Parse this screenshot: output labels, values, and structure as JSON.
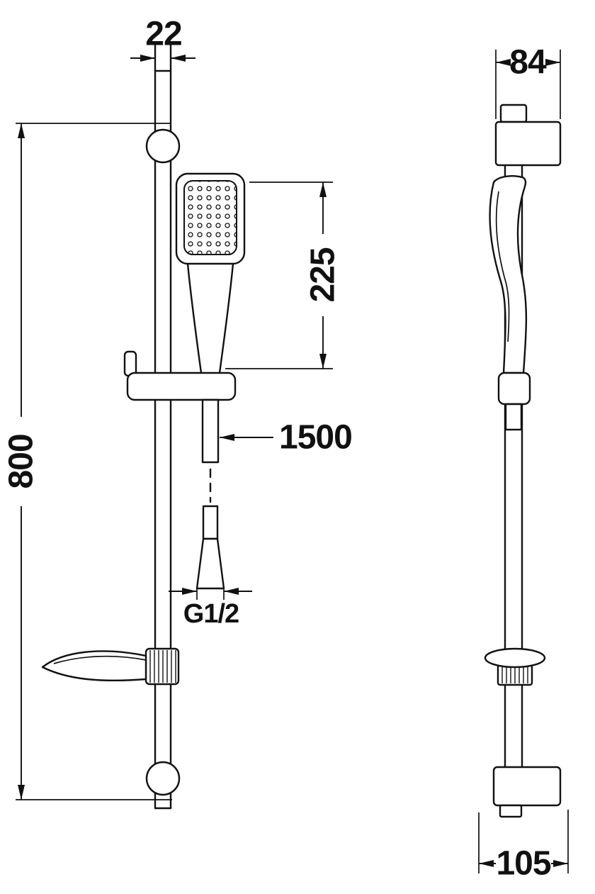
{
  "page": {
    "background_color": "#ffffff",
    "line_color": "#111111"
  },
  "drawing": {
    "type": "technical-dimension-drawing",
    "subject": "shower slide rail set with hand shower, hose and soap dish",
    "views": [
      "front",
      "side"
    ]
  },
  "dimensions": {
    "rail_width": "22",
    "rail_height": "800",
    "hand_shower_length": "225",
    "hose_length": "1500",
    "thread_size": "G1/2",
    "bracket_width": "84",
    "bracket_depth": "105"
  }
}
